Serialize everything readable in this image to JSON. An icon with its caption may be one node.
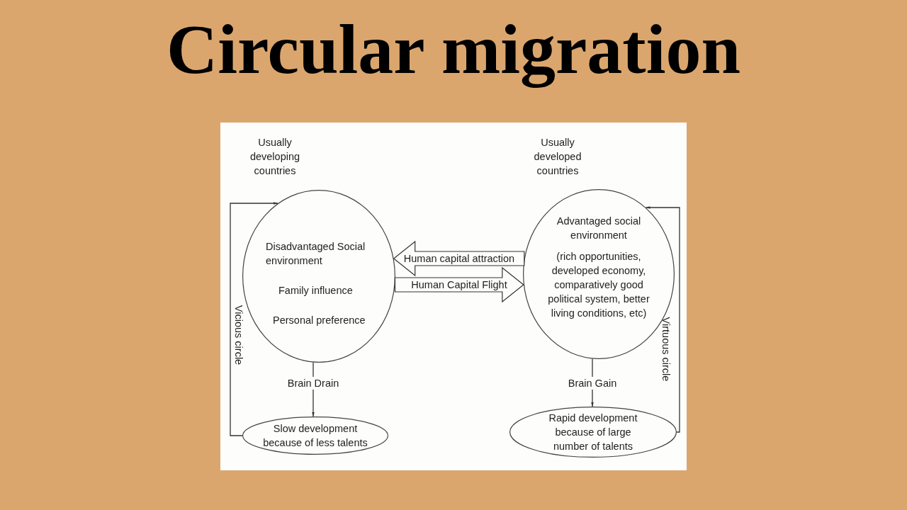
{
  "diagram": {
    "title": "Circular migration",
    "nodes": [
      {
        "text": [
          "Disadvantaged Social environment",
          "Family influence",
          "Personal preference"
        ],
        "beside": [
          "Usually developing countries"
        ]
      },
      {
        "text": [
          "Advantaged social environment",
          "(rich opportunities, developed economy, comparatively good political system, better living conditions, etc)"
        ],
        "beside": [
          "Usually developed countries"
        ]
      },
      {
        "text": [
          "Slow development because of less talents"
        ]
      },
      {
        "text": [
          "Rapid development because of large number of talents"
        ]
      }
    ],
    "edges": [
      {
        "from": 1,
        "to": 0,
        "arrow": "to",
        "label": "Human capital attraction",
        "style": "thick"
      },
      {
        "from": 0,
        "to": 1,
        "arrow": "to",
        "label": "Human Capital Flight",
        "style": "thick"
      },
      {
        "from": 0,
        "to": 2,
        "arrow": "to",
        "label": "Brain Drain"
      },
      {
        "from": 1,
        "to": 3,
        "arrow": "to",
        "label": "Brain Gain"
      },
      {
        "from": 2,
        "to": 0,
        "arrow": "to",
        "label": "Vicious circle"
      },
      {
        "from": 3,
        "to": 1,
        "arrow": "to",
        "label": "Virtuous circle"
      }
    ]
  }
}
